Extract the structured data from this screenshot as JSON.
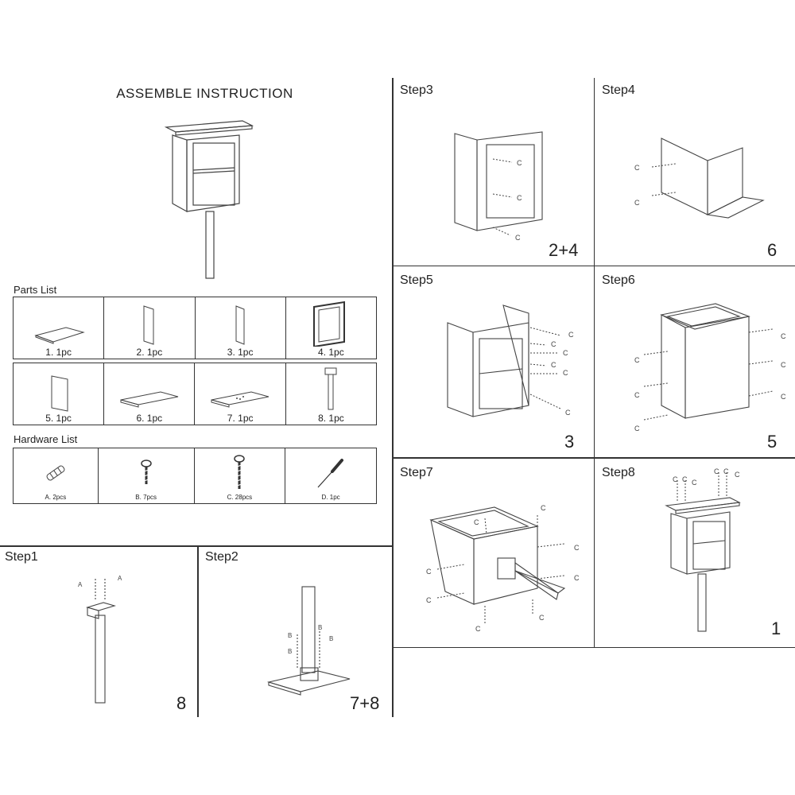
{
  "title": "ASSEMBLE   INSTRUCTION",
  "parts_list": {
    "heading": "Parts List",
    "items": [
      {
        "label": "1. 1pc",
        "icon": "top-panel-icon"
      },
      {
        "label": "2. 1pc",
        "icon": "side-panel-icon"
      },
      {
        "label": "3. 1pc",
        "icon": "side-panel-icon"
      },
      {
        "label": "4. 1pc",
        "icon": "glass-door-icon"
      },
      {
        "label": "5. 1pc",
        "icon": "back-panel-icon"
      },
      {
        "label": "6. 1pc",
        "icon": "shelf-panel-icon"
      },
      {
        "label": "7. 1pc",
        "icon": "base-panel-icon"
      },
      {
        "label": "8. 1pc",
        "icon": "post-icon"
      }
    ]
  },
  "hardware_list": {
    "heading": "Hardware List",
    "items": [
      {
        "label": "A.  2pcs",
        "icon": "dowel-icon"
      },
      {
        "label": "B.  7pcs",
        "icon": "short-screw-icon"
      },
      {
        "label": "C.  28pcs",
        "icon": "long-screw-icon"
      },
      {
        "label": "D.  1pc",
        "icon": "screwdriver-icon"
      }
    ]
  },
  "steps": [
    {
      "label": "Step1",
      "parts": "8"
    },
    {
      "label": "Step2",
      "parts": "7+8"
    },
    {
      "label": "Step3",
      "parts": "2+4"
    },
    {
      "label": "Step4",
      "parts": "6"
    },
    {
      "label": "Step5",
      "parts": "3"
    },
    {
      "label": "Step6",
      "parts": "5"
    },
    {
      "label": "Step7",
      "parts": ""
    },
    {
      "label": "Step8",
      "parts": "1"
    }
  ],
  "hardware_letters": {
    "a": "A",
    "b": "B",
    "c": "C"
  }
}
